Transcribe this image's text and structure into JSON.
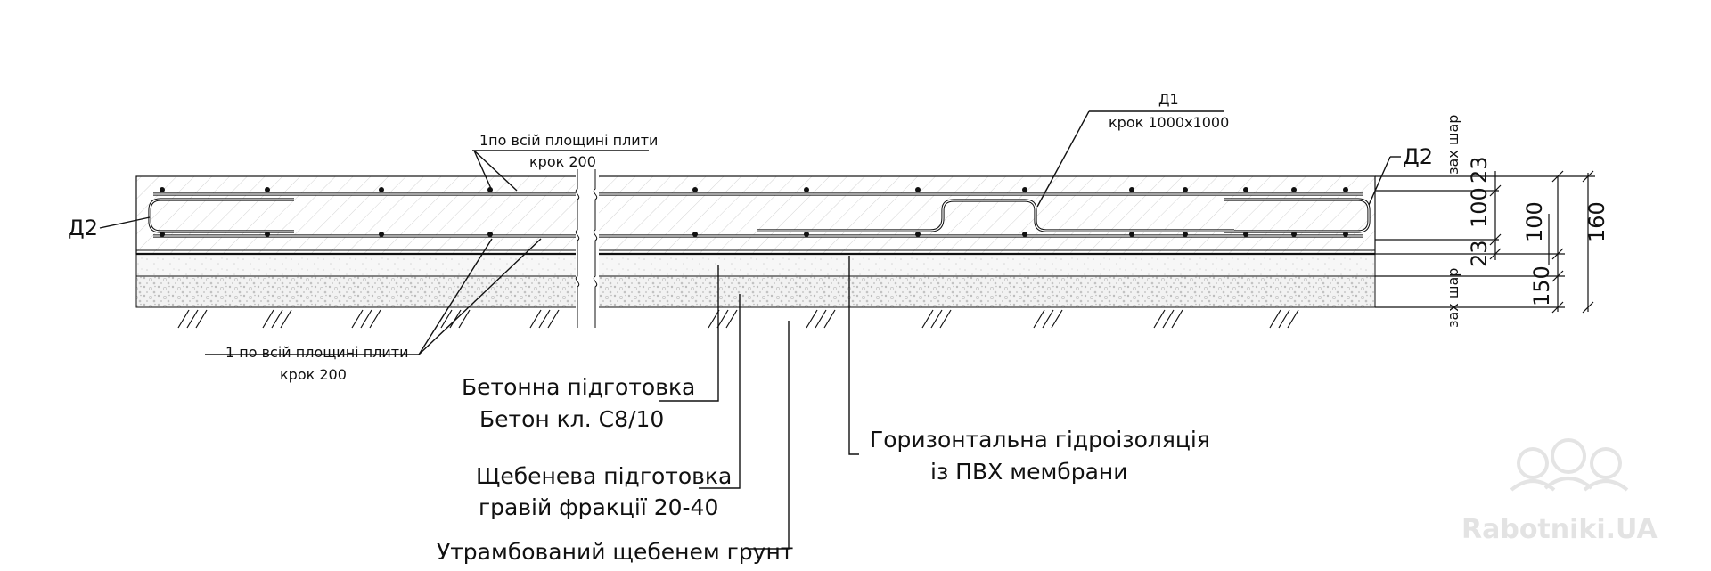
{
  "labels": {
    "d2_left": "Д2",
    "d2_right": "Д2",
    "d1_name": "Д1",
    "d1_step": "крок 1000x1000",
    "top_bar_line1": "1по всій площині плити",
    "top_bar_line2": "крок 200",
    "bottom_bar_line1": "1 по всій площині плити",
    "bottom_bar_line2": "крок 200"
  },
  "callouts": {
    "concrete_prep_line1": "Бетонна підготовка",
    "concrete_prep_line2": "Бетон кл. С8/10",
    "gravel_prep_line1": "Щебенева підготовка",
    "gravel_prep_line2": "гравій фракції 20-40",
    "compacted_soil": "Утрамбований щебенем грунт",
    "waterproofing_line1": "Горизонтальна гідроізоляція",
    "waterproofing_line2": "із ПВХ мембрани"
  },
  "dimensions": {
    "cover_top": "23",
    "core": "100",
    "cover_bottom": "23",
    "inner": "100",
    "total": "160",
    "gravel": "150",
    "protective_layer_top": "зах шар",
    "protective_layer_bottom": "зах шар"
  },
  "watermark": {
    "text": "Rabotniki.UA"
  }
}
